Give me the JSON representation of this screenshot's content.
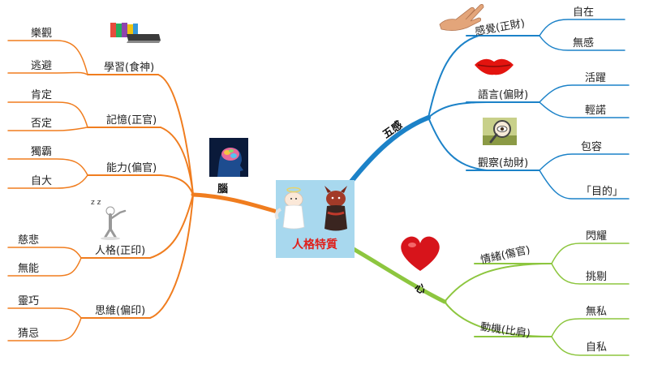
{
  "center": {
    "title": "人格特質"
  },
  "brain": {
    "label": "腦",
    "topics": [
      {
        "label": "學習(食神)",
        "leaves": [
          "樂觀",
          "逃避"
        ]
      },
      {
        "label": "記憶(正官)",
        "leaves": [
          "肯定",
          "否定"
        ]
      },
      {
        "label": "能力(偏官)",
        "leaves": [
          "獨霸",
          "自大"
        ]
      },
      {
        "label": "人格(正印)",
        "leaves": [
          "慈悲",
          "無能"
        ]
      },
      {
        "label": "思維(偏印)",
        "leaves": [
          "靈巧",
          "猜忌"
        ]
      }
    ]
  },
  "senses": {
    "label": "五感",
    "topics": [
      {
        "label": "感覺(正財)",
        "leaves": [
          "自在",
          "無感"
        ]
      },
      {
        "label": "語言(偏財)",
        "leaves": [
          "活躍",
          "輕諾"
        ]
      },
      {
        "label": "觀察(劫財)",
        "leaves": [
          "包容",
          "「目的」"
        ]
      }
    ]
  },
  "heart": {
    "label": "心",
    "topics": [
      {
        "label": "情緒(傷官)",
        "leaves": [
          "閃耀",
          "挑剔"
        ]
      },
      {
        "label": "動機(比肩)",
        "leaves": [
          "無私",
          "自私"
        ]
      }
    ]
  },
  "colors": {
    "brain": "#f07d1f",
    "senses": "#1c82c8",
    "heart": "#8dc63f",
    "center_bg": "#a8d8ee",
    "center_text": "#e0201b"
  },
  "icons": [
    "books-icon",
    "brain-icon",
    "thinking-person-icon",
    "hand-icon",
    "lips-icon",
    "magnifier-eye-icon",
    "heart-icon",
    "angel-devil-icon"
  ]
}
